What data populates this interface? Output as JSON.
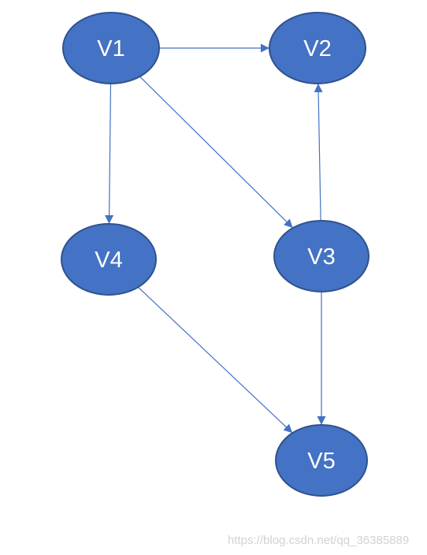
{
  "colors": {
    "node_fill": "#4472c4",
    "node_stroke": "#2f528f",
    "edge": "#4472c4",
    "label": "#ffffff",
    "watermark": "#d2d2d2"
  },
  "nodes": [
    {
      "id": "V1",
      "label": "V1"
    },
    {
      "id": "V2",
      "label": "V2"
    },
    {
      "id": "V3",
      "label": "V3"
    },
    {
      "id": "V4",
      "label": "V4"
    },
    {
      "id": "V5",
      "label": "V5"
    }
  ],
  "edges": [
    {
      "from": "V1",
      "to": "V2"
    },
    {
      "from": "V1",
      "to": "V4"
    },
    {
      "from": "V1",
      "to": "V3"
    },
    {
      "from": "V3",
      "to": "V2"
    },
    {
      "from": "V3",
      "to": "V5"
    },
    {
      "from": "V4",
      "to": "V5"
    }
  ],
  "watermark": "https://blog.csdn.net/qq_36385889"
}
